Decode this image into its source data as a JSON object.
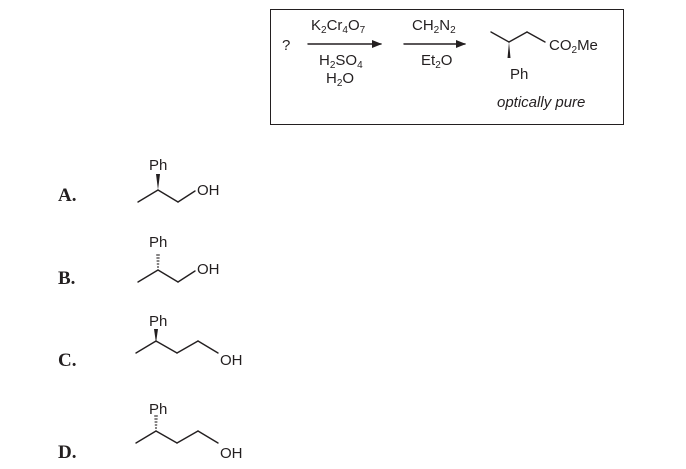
{
  "scheme": {
    "question_mark": "?",
    "step1": {
      "reagent_main": [
        "K",
        "2",
        "Cr",
        "4",
        "O",
        "7"
      ],
      "reagent_below1": [
        "H",
        "2",
        "SO",
        "4"
      ],
      "reagent_below2": [
        "H",
        "2",
        "O"
      ]
    },
    "step2": {
      "reagent_main": [
        "CH",
        "2",
        "N",
        "2"
      ],
      "reagent_below": [
        "Et",
        "2",
        "O"
      ]
    },
    "product": {
      "ester_group": [
        "CO",
        "2",
        "Me"
      ],
      "substituent": "Ph",
      "note": "optically pure"
    }
  },
  "options": [
    {
      "letter": "A.",
      "ph": "Ph",
      "oh": "OH",
      "stereo": "wedge"
    },
    {
      "letter": "B.",
      "ph": "Ph",
      "oh": "OH",
      "stereo": "hash"
    },
    {
      "letter": "C.",
      "ph": "Ph",
      "oh": "OH",
      "stereo": "wedge"
    },
    {
      "letter": "D.",
      "ph": "Ph",
      "oh": "OH",
      "stereo": "hash"
    }
  ],
  "colors": {
    "ink": "#231f20",
    "background": "#ffffff"
  }
}
